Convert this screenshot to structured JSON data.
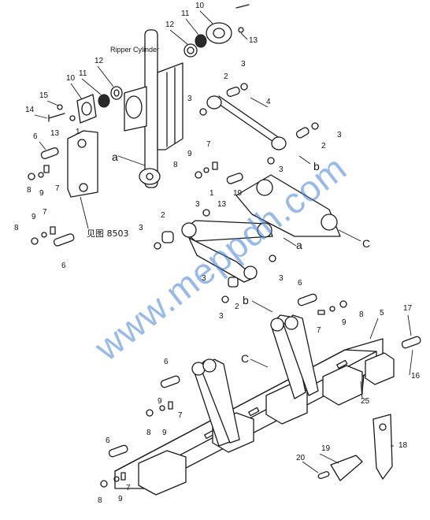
{
  "labels": {
    "ripper_cylinder": "Ripper Cylinder",
    "see_figure": "见图 8503",
    "watermark": "www.meppdh.com"
  },
  "letters": {
    "a": "a",
    "b": "b",
    "c": "C"
  },
  "callouts": [
    "1",
    "2",
    "3",
    "4",
    "5",
    "6",
    "7",
    "8",
    "9",
    "10",
    "11",
    "12",
    "13",
    "14",
    "15",
    "16",
    "17",
    "18",
    "19",
    "20",
    "25"
  ]
}
